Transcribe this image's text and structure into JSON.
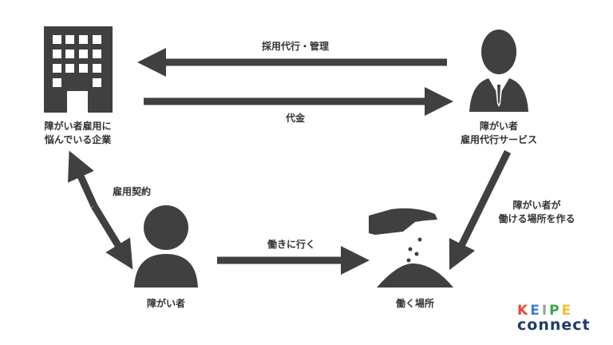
{
  "nodes": {
    "company": "障がい者雇用に\n悩んでいる企業",
    "service": "障がい者\n雇用代行サービス",
    "person": "障がい者",
    "workplace": "働く場所"
  },
  "edges": {
    "recruit": "採用代行・管理",
    "fee": "代金",
    "contract": "雇用契約",
    "goto_work": "働きに行く",
    "create_place": "障がい者が\n働ける場所を作る"
  },
  "logo": {
    "line1": [
      "K",
      "E",
      "I",
      "P",
      "E"
    ],
    "line1_colors": [
      "#e8463c",
      "#3b7fd0",
      "#9aa0a6",
      "#3aa54a",
      "#f2c230"
    ],
    "line2": "connect"
  },
  "colors": {
    "icon": "#404040"
  }
}
